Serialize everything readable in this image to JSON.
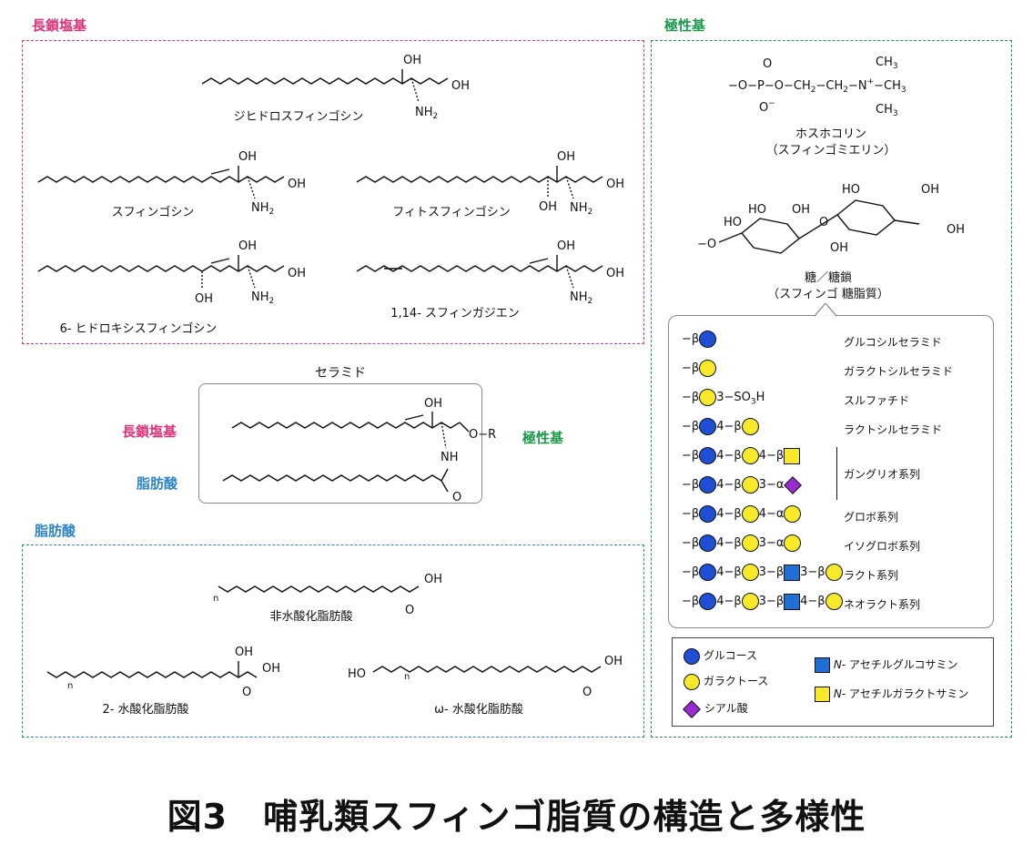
{
  "sections": {
    "long_chain_base": "長鎖塩基",
    "polar_group": "極性基",
    "fatty_acid": "脂肪酸"
  },
  "long_chain_bases": {
    "dihydrosphingosine": "ジヒドロスフィンゴシン",
    "sphingosine": "スフィンゴシン",
    "phytosphingosine": "フィトスフィンゴシン",
    "hydroxysphingosine": "6- ヒドロキシスフィンゴシン",
    "sphingadiene": "1,14- スフィンガジエン"
  },
  "chem": {
    "oh": "OH",
    "nh2": "NH",
    "sub2": "2",
    "sub3": "3",
    "n": "n",
    "o": "O",
    "r": "R",
    "ho": "HO",
    "ch3": "CH",
    "n_plus": "N",
    "plus": "+",
    "p": "P",
    "o_minus": "O",
    "minus": "−"
  },
  "ceramide": {
    "title": "セラミド",
    "base_label": "長鎖塩基",
    "polar_label": "極性基",
    "fa_label": "脂肪酸"
  },
  "fatty_acids": {
    "non_hydroxy": "非水酸化脂肪酸",
    "alpha_hydroxy": "2- 水酸化脂肪酸",
    "omega_hydroxy": "ω- 水酸化脂肪酸"
  },
  "polar": {
    "phosphocholine_name": "ホスホコリン",
    "phosphocholine_sub": "（スフィンゴミエリン）",
    "phospho_chain": "−O−P−O−CH",
    "phospho_mid": "−CH",
    "phospho_end": "−CH",
    "sugar_name": "糖／糖鎖",
    "sugar_sub": "（スフィンゴ 糖脂質）"
  },
  "glycolipids": [
    {
      "formula": "−β",
      "name": "グルコシルセラミド"
    },
    {
      "formula": "−β",
      "name": "ガラクトシルセラミド"
    },
    {
      "formula": "−β",
      "formula_tail": "3−SO",
      "formula_sub": "3",
      "formula_end": "H",
      "name": "スルファチド"
    },
    {
      "formula": "−β",
      "link1": "4−β",
      "name": "ラクトシルセラミド"
    },
    {
      "formula": "−β",
      "link1": "4−β",
      "link2": "4−β",
      "name": ""
    },
    {
      "formula": "−β",
      "link1": "4−β",
      "link2": "3−α",
      "name": ""
    },
    {
      "formula": "−β",
      "link1": "4−β",
      "link2": "4−α",
      "name": "グロボ系列"
    },
    {
      "formula": "−β",
      "link1": "4−β",
      "link2": "3−α",
      "name": "イソグロボ系列"
    },
    {
      "formula": "−β",
      "link1": "4−β",
      "link2": "3−β",
      "link3": "3−β",
      "name": "ラクト系列"
    },
    {
      "formula": "−β",
      "link1": "4−β",
      "link2": "3−β",
      "link3": "4−β",
      "name": "ネオラクト系列"
    }
  ],
  "ganglio_name": "ガングリオ系列",
  "legend": {
    "glucose": "グルコース",
    "galactose": "ガラクトース",
    "sialic": "シアル酸",
    "glcnac_italic": "N-",
    "glcnac": " アセチルグルコサミン",
    "galnac_italic": "N-",
    "galnac": " アセチルガラクトサミン"
  },
  "colors": {
    "pink": "#e0327a",
    "green": "#1c9a4b",
    "blue": "#2a86c8",
    "glucose": "#1f4fd6",
    "galactose": "#f7e82a",
    "glcnac": "#1f6fd6",
    "galnac": "#f7e82a",
    "sialic": "#9a2bd0",
    "pink_fill": "#f7c6f0",
    "cyan_fill": "#bff3f3"
  },
  "caption": "図3　哺乳類スフィンゴ脂質の構造と多様性"
}
